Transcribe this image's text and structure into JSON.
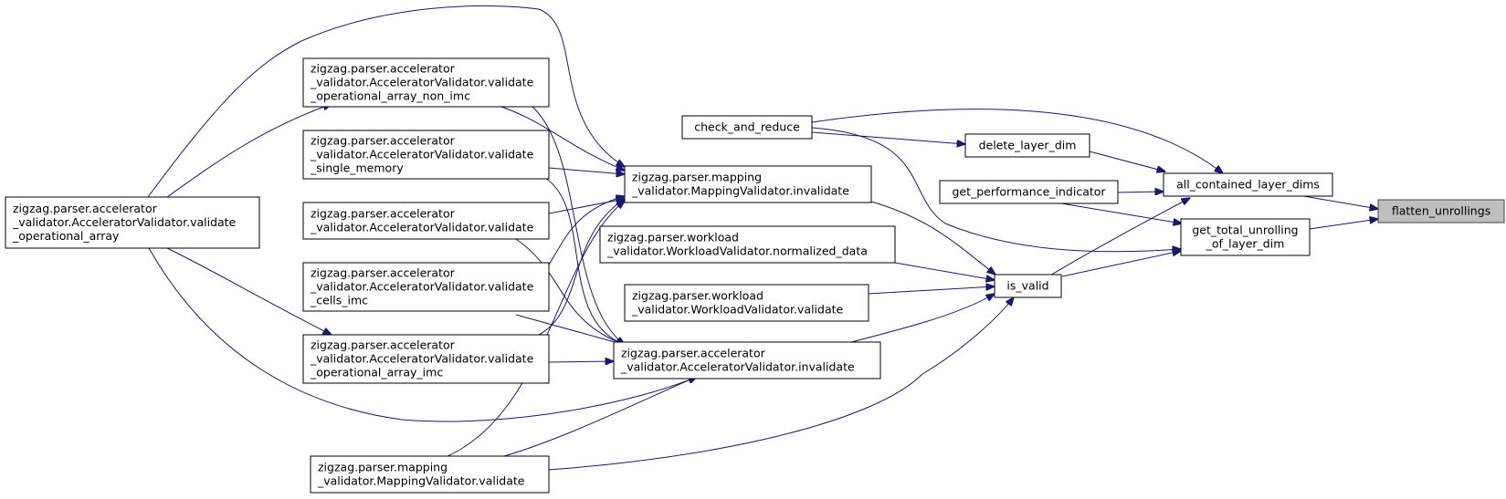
{
  "colors": {
    "edge": "#191970",
    "node_border": "#000000",
    "highlight_fill": "#bfbfbf",
    "background": "#ffffff"
  },
  "nodes": [
    {
      "id": "flatten_unrollings",
      "lines": [
        "flatten_unrollings"
      ],
      "highlight": true
    },
    {
      "id": "all_contained_layer_dims",
      "lines": [
        "all_contained_layer_dims"
      ]
    },
    {
      "id": "get_total_unrolling_of_layer_dim",
      "lines": [
        "get_total_unrolling",
        "_of_layer_dim"
      ]
    },
    {
      "id": "check_and_reduce",
      "lines": [
        "check_and_reduce"
      ]
    },
    {
      "id": "delete_layer_dim",
      "lines": [
        "delete_layer_dim"
      ]
    },
    {
      "id": "get_performance_indicator",
      "lines": [
        "get_performance_indicator"
      ]
    },
    {
      "id": "is_valid",
      "lines": [
        "is_valid"
      ]
    },
    {
      "id": "mapping_invalidate",
      "lines": [
        "zigzag.parser.mapping",
        "_validator.MappingValidator.invalidate"
      ]
    },
    {
      "id": "workload_normalized_data",
      "lines": [
        "zigzag.parser.workload",
        "_validator.WorkloadValidator.normalized_data"
      ]
    },
    {
      "id": "workload_validate",
      "lines": [
        "zigzag.parser.workload",
        "_validator.WorkloadValidator.validate"
      ]
    },
    {
      "id": "accel_invalidate",
      "lines": [
        "zigzag.parser.accelerator",
        "_validator.AcceleratorValidator.invalidate"
      ]
    },
    {
      "id": "accel_op_array_non_imc",
      "lines": [
        "zigzag.parser.accelerator",
        "_validator.AcceleratorValidator.validate",
        "_operational_array_non_imc"
      ]
    },
    {
      "id": "accel_single_memory",
      "lines": [
        "zigzag.parser.accelerator",
        "_validator.AcceleratorValidator.validate",
        "_single_memory"
      ]
    },
    {
      "id": "accel_validate",
      "lines": [
        "zigzag.parser.accelerator",
        "_validator.AcceleratorValidator.validate"
      ]
    },
    {
      "id": "accel_cells_imc",
      "lines": [
        "zigzag.parser.accelerator",
        "_validator.AcceleratorValidator.validate",
        "_cells_imc"
      ]
    },
    {
      "id": "accel_op_array_imc",
      "lines": [
        "zigzag.parser.accelerator",
        "_validator.AcceleratorValidator.validate",
        "_operational_array_imc"
      ]
    },
    {
      "id": "mapping_validate",
      "lines": [
        "zigzag.parser.mapping",
        "_validator.MappingValidator.validate"
      ]
    },
    {
      "id": "accel_op_array",
      "lines": [
        "zigzag.parser.accelerator",
        "_validator.AcceleratorValidator.validate",
        "_operational_array"
      ]
    }
  ]
}
